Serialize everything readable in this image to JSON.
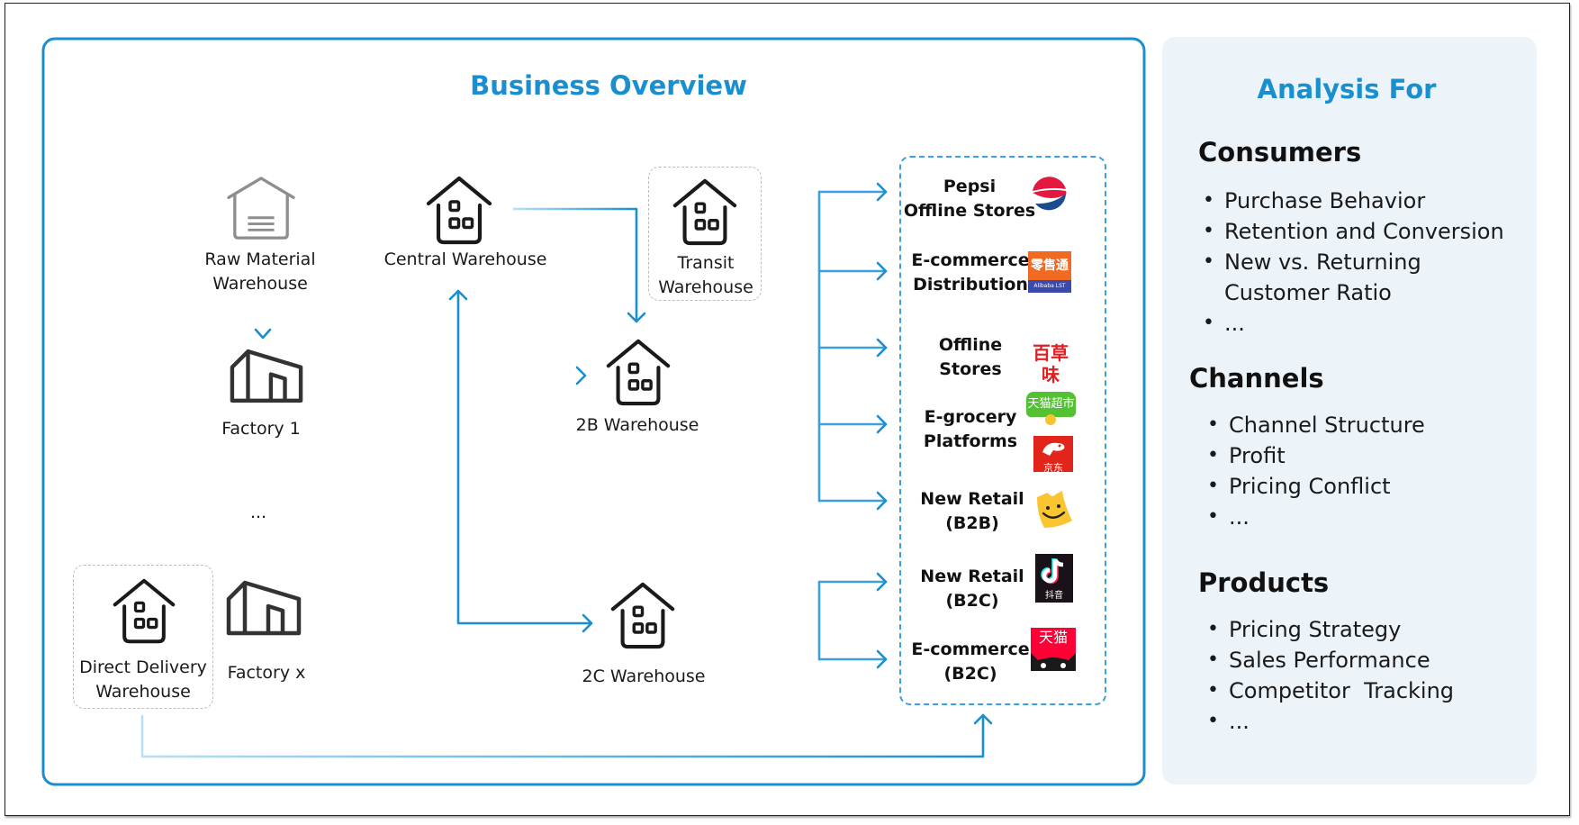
{
  "colors": {
    "accent": "#1a8fd0",
    "connector": "#3aa1dc",
    "connector_light": "#a9d6f2",
    "panel_bg": "#edf4f9",
    "icon_dark": "#1a1a1a",
    "icon_gray": "#8e8e8e"
  },
  "overview": {
    "title": "Business Overview",
    "nodes": {
      "raw_material": {
        "label_line1": "Raw Material",
        "label_line2": "Warehouse",
        "icon": "warehouse-gray-icon"
      },
      "central": {
        "label": "Central Warehouse",
        "icon": "house-boxes-icon"
      },
      "transit": {
        "label_line1": "Transit",
        "label_line2": "Warehouse",
        "icon": "house-boxes-icon"
      },
      "factory1": {
        "label": "Factory 1",
        "icon": "factory-icon"
      },
      "ellipsis": "...",
      "warehouse_2b": {
        "label": "2B Warehouse",
        "icon": "house-boxes-icon"
      },
      "warehouse_2c": {
        "label": "2C Warehouse",
        "icon": "house-boxes-icon"
      },
      "direct_delivery": {
        "label_line1": "Direct Delivery",
        "label_line2": "Warehouse",
        "icon": "house-boxes-icon"
      },
      "factory_x": {
        "label": "Factory x",
        "icon": "factory-icon"
      }
    },
    "channels": [
      {
        "line1": "Pepsi",
        "line2": "Offline Stores",
        "logos": [
          "pepsi-logo"
        ]
      },
      {
        "line1": "E-commerce",
        "line2": "Distribution",
        "logos": [
          "alibaba-lst-logo"
        ],
        "logo_text": "零售通",
        "logo_subtext": "Alibaba LST"
      },
      {
        "line1": "Offline",
        "line2": "Stores",
        "logos": [
          "baicaowei-logo"
        ],
        "logo_text": "百草味"
      },
      {
        "line1": "E-grocery",
        "line2": "Platforms",
        "logos": [
          "tmall-supermarket-logo",
          "jd-logo"
        ],
        "logo_text": "天猫超市",
        "logo_text2": "京东"
      },
      {
        "line1": "New Retail",
        "line2": "(B2B)",
        "logos": [
          "smile-bag-logo"
        ]
      },
      {
        "line1": "New Retail",
        "line2": "(B2C)",
        "logos": [
          "douyin-logo"
        ],
        "logo_text": "抖音"
      },
      {
        "line1": "E-commerce",
        "line2": "(B2C)",
        "logos": [
          "tmall-logo"
        ],
        "logo_text": "天猫"
      }
    ]
  },
  "analysis": {
    "title": "Analysis For",
    "sections": [
      {
        "heading": "Consumers",
        "items": [
          "Purchase Behavior",
          "Retention and Conversion",
          "New vs. Returning Customer Ratio",
          "..."
        ]
      },
      {
        "heading": "Channels",
        "items": [
          "Channel Structure",
          "Profit",
          "Pricing Conflict",
          "..."
        ]
      },
      {
        "heading": "Products",
        "items": [
          "Pricing Strategy",
          "Sales Performance",
          "Competitor  Tracking",
          "..."
        ]
      }
    ],
    "bullet": "•"
  }
}
